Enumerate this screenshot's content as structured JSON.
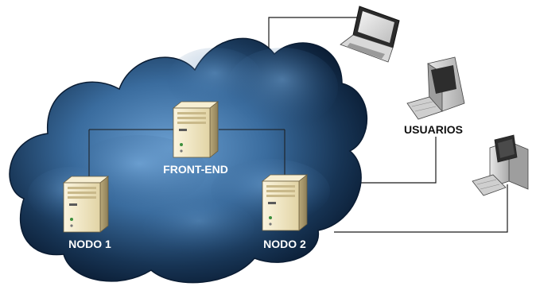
{
  "labels": {
    "front_end": "FRONT-END",
    "node1": "NODO 1",
    "node2": "NODO 2",
    "users": "USUARIOS"
  },
  "icons": {
    "servers": "server-icon",
    "laptop": "laptop-icon",
    "desktops": "desktop-computer-icon",
    "cloud": "cloud-icon"
  },
  "colors": {
    "cloud_light": "#5b8fc4",
    "cloud_dark": "#0a1c33",
    "server_body": "#f2e8c6",
    "line": "#1a1a1a"
  }
}
